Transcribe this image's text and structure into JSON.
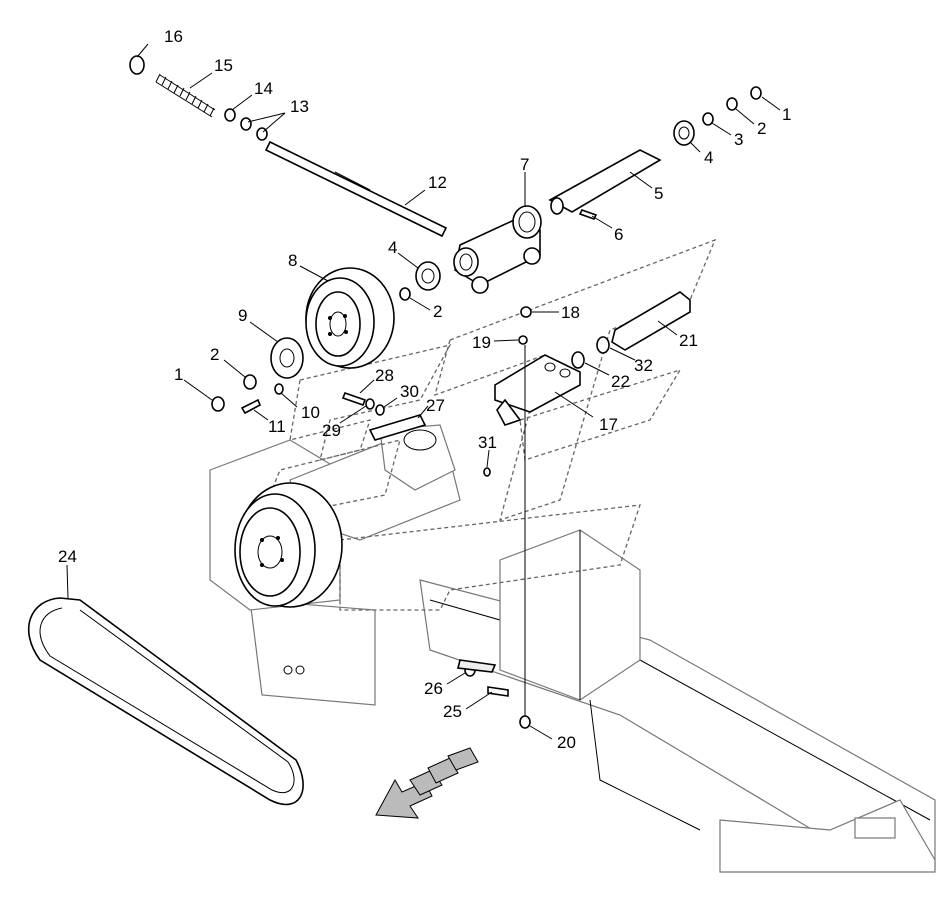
{
  "diagram": {
    "callouts": [
      {
        "id": "c1a",
        "text": "1"
      },
      {
        "id": "c2a",
        "text": "2"
      },
      {
        "id": "c3",
        "text": "3"
      },
      {
        "id": "c4a",
        "text": "4"
      },
      {
        "id": "c5",
        "text": "5"
      },
      {
        "id": "c6",
        "text": "6"
      },
      {
        "id": "c7",
        "text": "7"
      },
      {
        "id": "c12",
        "text": "12"
      },
      {
        "id": "c13",
        "text": "13"
      },
      {
        "id": "c14",
        "text": "14"
      },
      {
        "id": "c15",
        "text": "15"
      },
      {
        "id": "c16",
        "text": "16"
      },
      {
        "id": "c8",
        "text": "8"
      },
      {
        "id": "c4b",
        "text": "4"
      },
      {
        "id": "c2b",
        "text": "2"
      },
      {
        "id": "c9",
        "text": "9"
      },
      {
        "id": "c2c",
        "text": "2"
      },
      {
        "id": "c1b",
        "text": "1"
      },
      {
        "id": "c11",
        "text": "11"
      },
      {
        "id": "c10",
        "text": "10"
      },
      {
        "id": "c28",
        "text": "28"
      },
      {
        "id": "c29",
        "text": "29"
      },
      {
        "id": "c30",
        "text": "30"
      },
      {
        "id": "c27",
        "text": "27"
      },
      {
        "id": "c18",
        "text": "18"
      },
      {
        "id": "c19",
        "text": "19"
      },
      {
        "id": "c21",
        "text": "21"
      },
      {
        "id": "c32",
        "text": "32"
      },
      {
        "id": "c22",
        "text": "22"
      },
      {
        "id": "c17",
        "text": "17"
      },
      {
        "id": "c31",
        "text": "31"
      },
      {
        "id": "c24",
        "text": "24"
      },
      {
        "id": "c26",
        "text": "26"
      },
      {
        "id": "c25",
        "text": "25"
      },
      {
        "id": "c20",
        "text": "20"
      }
    ]
  }
}
